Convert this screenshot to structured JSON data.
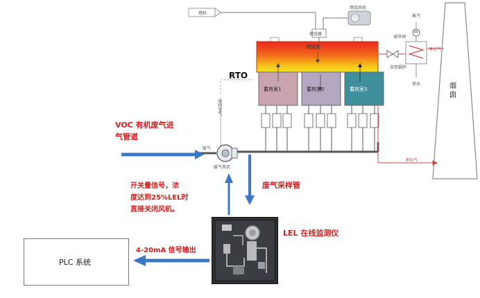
{
  "labels": {
    "fuel": "燃料",
    "combustion_fan": "燃烧风机",
    "burner": "燃烧器",
    "steam": "蒸汽",
    "motor": "M",
    "regulating_valve": "调节阀",
    "exhaust": "净化气",
    "waste_heat_boiler": "余热锅炉",
    "water_supply": "供水",
    "chimney": "烟囱",
    "rto": "RTO",
    "combustion_chamber": "燃烧室",
    "regen_chamber_1": "蓄热室1",
    "regen_chamber_2": "蓄热室2",
    "regen_chamber_3": "蓄热室3",
    "purge_air": "吹扫空气",
    "clean_gas": "净化气",
    "waste_gas_small": "废气",
    "waste_gas_fan": "废气风机",
    "voc_inlet_line1": "VOC 有机废气进",
    "voc_inlet_line2": "气管道",
    "sampling_pipe": "废气采样管",
    "switch_signal_line1": "开关量信号，浓",
    "switch_signal_line2": "度达到25%LEL时",
    "switch_signal_line3": "直接关闭风机。",
    "analog_output": "4-20mA 信号输出",
    "lel_monitor": "LEL 在线监测仪",
    "plc": "PLC 系统"
  },
  "colors": {
    "arrow_blue": "#3a78c3",
    "text_red": "#d21f1f",
    "chamber_1": "#c9a3ad",
    "chamber_2": "#b3a7c2",
    "chamber_3": "#3e8e9b",
    "pipe": "#555555"
  }
}
